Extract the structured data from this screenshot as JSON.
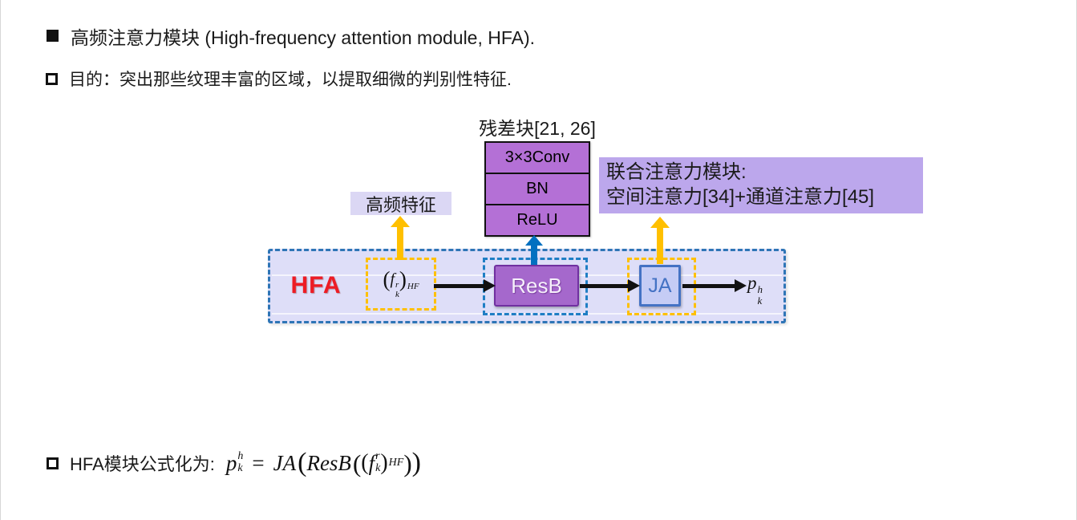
{
  "bullets": {
    "b1": "高频注意力模块 (High-frequency attention module, HFA).",
    "b2": "目的：突出那些纹理丰富的区域，以提取细微的判别性特征."
  },
  "diagram": {
    "residual_title": "残差块[21, 26]",
    "stack_rows": [
      "3×3Conv",
      "BN",
      "ReLU"
    ],
    "hf_feature_label": "高频特征",
    "joint_line1": "联合注意力模块:",
    "joint_line2": "空间注意力[34]+通道注意力[45]",
    "hfa_title": "HFA",
    "resb_label": "ResB",
    "ja_label": "JA",
    "input_math": {
      "base": "f",
      "sup": "r",
      "sub": "k",
      "outer_sub": "HF"
    },
    "output_math": {
      "base": "p",
      "sup": "h",
      "sub": "k"
    }
  },
  "formula": {
    "bullet_label": "HFA模块公式化为:",
    "lhs": {
      "base": "p",
      "sup": "h",
      "sub": "k"
    },
    "fn1": "JA",
    "fn2": "ResB",
    "inner": {
      "base": "f",
      "sup": "r",
      "sub": "k",
      "outer_sub": "HF"
    }
  },
  "syms": {
    "lp": "(",
    "rp": ")",
    "eq": "="
  },
  "colors": {
    "accent_blue_border": "#2E75B6",
    "main_box_bg": "#DEDEF8",
    "stack_purple": "#B470D6",
    "resb_fill": "#A568CC",
    "resb_border": "#7030A0",
    "ja_fill": "#C5CCF5",
    "ja_border": "#4472C4",
    "yellow_accent": "#FFC000",
    "blue_arrow": "#0070C0",
    "hfa_red": "#ED1C24",
    "hf_label_bg": "#DBD7F4",
    "joint_label_bg": "#BCA7EC",
    "arrow_black": "#111111"
  }
}
